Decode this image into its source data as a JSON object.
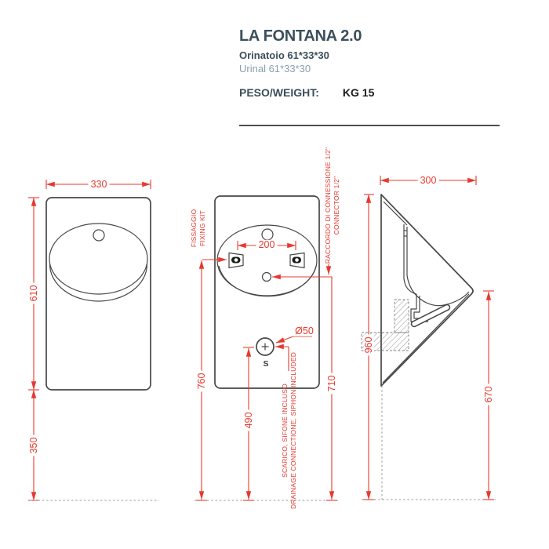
{
  "colors": {
    "red": "#e8392f",
    "line": "#474747",
    "title": "#3a4f5a",
    "subtitle": "#8ba0ac",
    "ink": "#1a1a1a"
  },
  "header": {
    "title": "LA FONTANA 2.0",
    "subtitle_it": "Orinatoio 61*33*30",
    "subtitle_en": "Urinal 61*33*30",
    "weight_label": "PESO/WEIGHT:",
    "weight_value": "KG 15"
  },
  "front_view": {
    "width": "330",
    "height": "610",
    "base_height": "350"
  },
  "rear_view": {
    "fixing_distance": "200",
    "fixing_height": "760",
    "drain_height": "490",
    "connector_height": "710",
    "drain_diameter": "Ø50",
    "drain_mark": "S",
    "fixing_note_it": "FISSAGGIO",
    "fixing_note_en": "FIXING KIT",
    "connector_note_it": "RACCORDO DI CONNESSIONE 1/2\"",
    "connector_note_en": "CONNECTOR 1/2\"",
    "drain_note_it": "SCARICO, SIFONE INCLUSO",
    "drain_note_en": "DRAINAGE CONNECTIONE, SIPHON INCLUDED"
  },
  "side_view": {
    "depth": "300",
    "total_height": "960",
    "rim_height": "670"
  }
}
